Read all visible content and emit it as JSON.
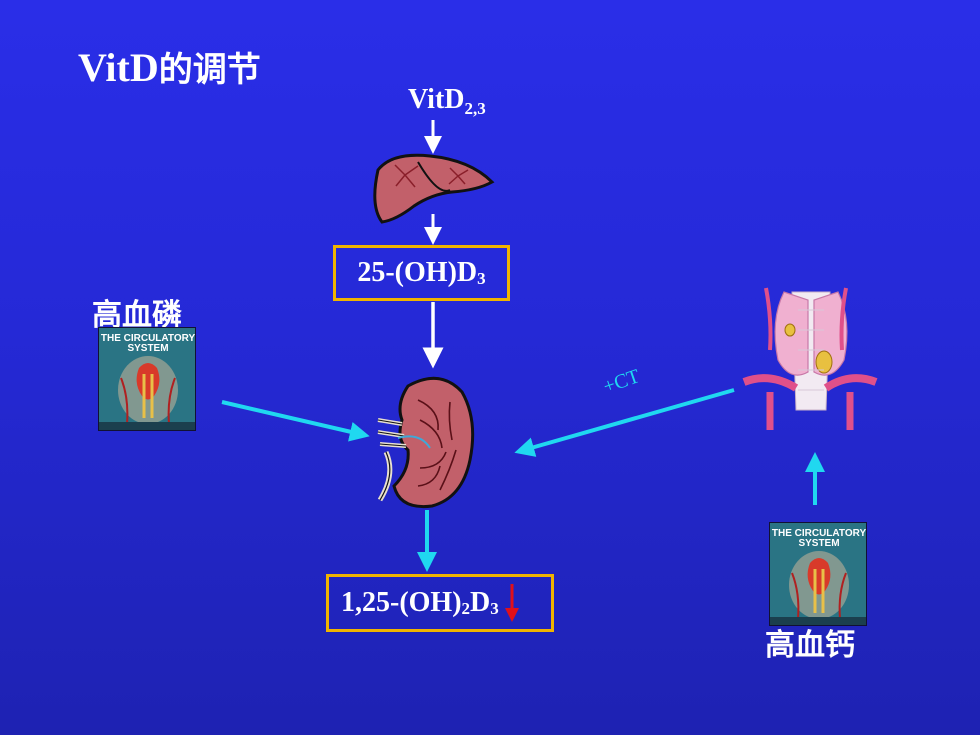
{
  "slide": {
    "title_latin": "VitD",
    "title_cjk": "的调节",
    "vitd_label": "VitD",
    "vitd_subscript": "2,3",
    "box1": {
      "prefix": "25-(OH)D",
      "sub": "3"
    },
    "box2": {
      "prefix": "1,25-(OH)",
      "sub1": "2",
      "mid": "D",
      "sub2": "3"
    },
    "left_label": "高血磷",
    "right_label": "高血钙",
    "ct_label": "+CT",
    "book_cover": {
      "line1": "THE CIRCULATORY",
      "line2": "SYSTEM"
    }
  },
  "colors": {
    "background": "#2529d6",
    "box_border": "#f0b400",
    "arrow_cyan": "#20d8f0",
    "arrow_white": "#ffffff",
    "down_arrow_red": "#e0101a"
  },
  "icons": [
    "liver-icon",
    "kidney-icon",
    "thyroid-parathyroid-icon",
    "circulatory-book-icon"
  ]
}
